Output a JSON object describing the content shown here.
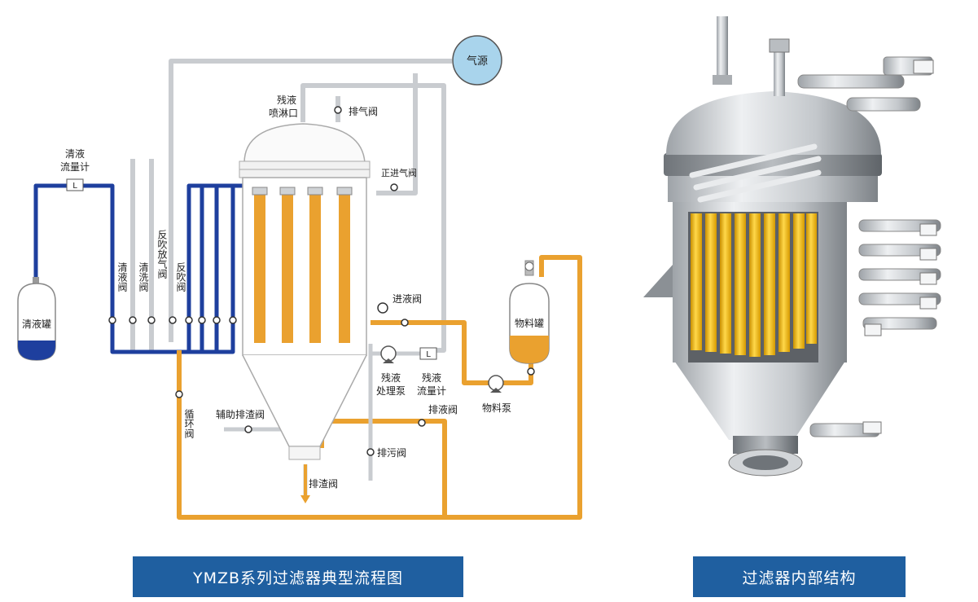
{
  "captions": {
    "flow_diagram": "YMZB系列过滤器典型流程图",
    "internal_structure": "过滤器内部结构"
  },
  "labels": {
    "air_source": "气源",
    "residual_spray_1": "残液",
    "residual_spray_2": "喷淋口",
    "vent_valve": "排气阀",
    "forward_air_valve": "正进气阀",
    "clear_flowmeter_1": "清液",
    "clear_flowmeter_2": "流量计",
    "clear_tank": "清液罐",
    "clear_valve": "清液阀",
    "wash_valve": "清洗阀",
    "backblow_air_valve": "反吹放气阀",
    "backblow_valve": "反吹阀",
    "inlet_valve": "进液阀",
    "material_tank": "物料罐",
    "material_pump": "物料泵",
    "residual_pump_1": "残液",
    "residual_pump_2": "处理泵",
    "residual_flowmeter_1": "残液",
    "residual_flowmeter_2": "流量计",
    "drain_valve": "排液阀",
    "aux_slag_valve": "辅助排渣阀",
    "sewage_valve": "排污阀",
    "slag_valve": "排渣阀",
    "circulation_valve": "循环阀"
  },
  "colors": {
    "caption_bg": "#1f5fa0",
    "clear_liquid": "#1e3f9e",
    "material": "#eaa12f",
    "pipe_gray": "#c9ccd0",
    "air_source": "#a9d4ec"
  }
}
